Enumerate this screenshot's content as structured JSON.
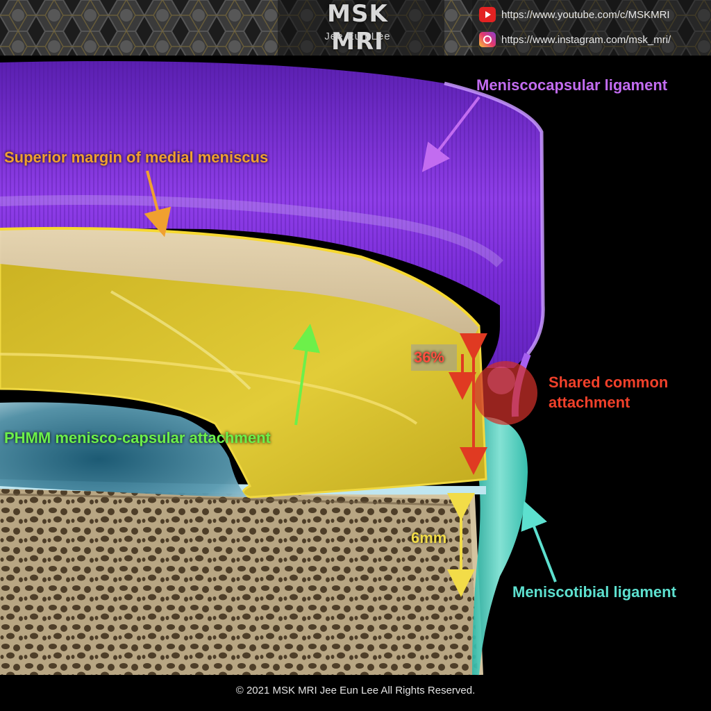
{
  "header": {
    "title": "MSK MRI",
    "author": "Jee Eun Lee",
    "youtube_url": "https://www.youtube.com/c/MSKMRI",
    "instagram_url": "https://www.instagram.com/msk_mri/"
  },
  "labels": {
    "meniscocapsular": "Meniscocapsular ligament",
    "superior_margin": "Superior margin of medial meniscus",
    "phmm": "PHMM menisco-capsular attachment",
    "shared_line1": "Shared common",
    "shared_line2": "attachment",
    "meniscotibial": "Meniscotibial ligament",
    "percent": "36%",
    "distance": "6mm"
  },
  "colors": {
    "ligament_purple": "#7b2fd6",
    "label_purple": "#c26cf0",
    "label_orange": "#f0a030",
    "label_green": "#6cf04a",
    "label_red": "#f0402a",
    "label_cyan": "#5de0cf",
    "label_yellow": "#f2dc48",
    "meniscus_yellow": "#d8c12a",
    "bone": "#9a8a6a"
  },
  "footer": {
    "copyright": "© 2021 MSK MRI Jee Eun Lee All Rights Reserved."
  }
}
